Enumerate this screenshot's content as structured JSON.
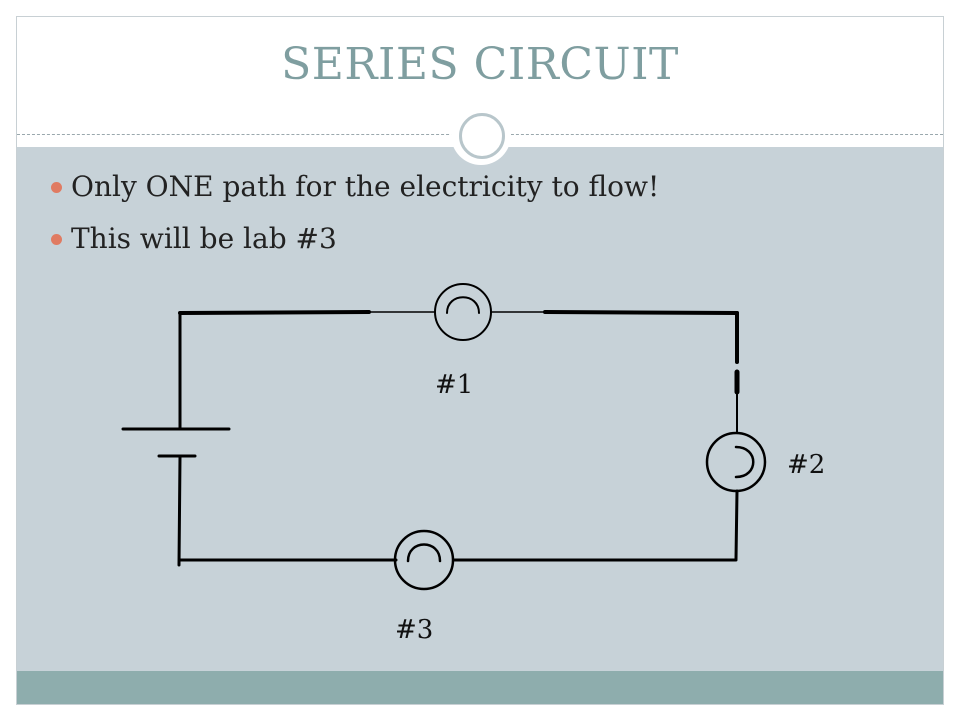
{
  "slide": {
    "title": "SERIES CIRCUIT",
    "bullets": [
      "Only ONE path for the electricity to flow!",
      "This will be lab #3"
    ]
  },
  "diagram": {
    "bulb_labels": [
      "#1",
      "#2",
      "#3"
    ]
  },
  "colors": {
    "title": "#7f9ea0",
    "body_background": "#c7d2d8",
    "footer_bar": "#8eadad",
    "bullet_marker": "#e07b62",
    "wire": "#000000"
  }
}
